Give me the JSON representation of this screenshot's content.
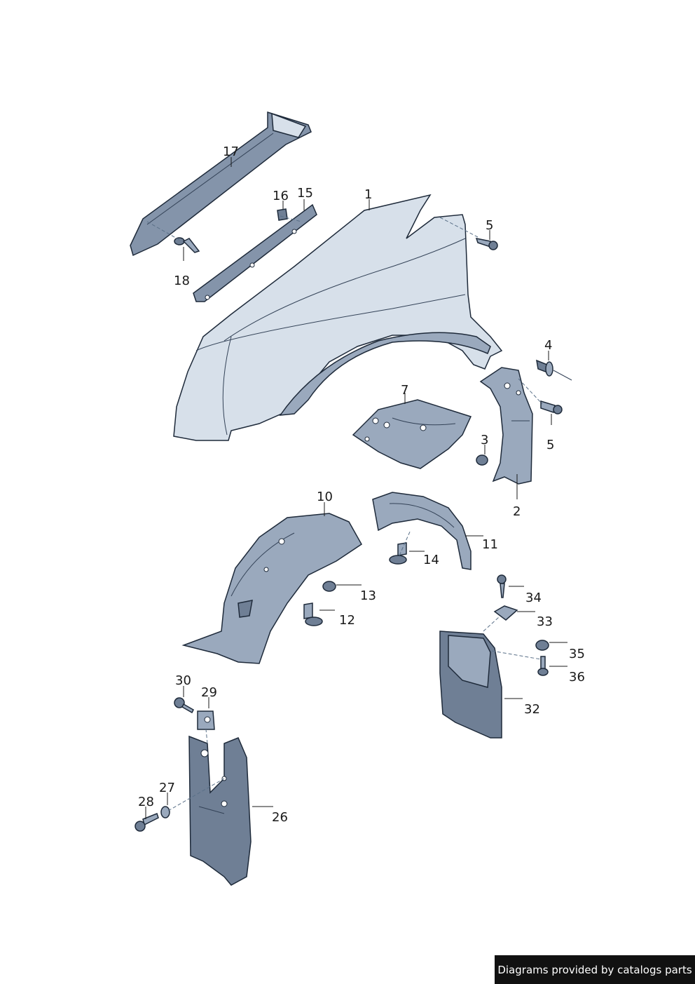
{
  "callouts": [
    {
      "id": "1",
      "label": "1"
    },
    {
      "id": "2",
      "label": "2"
    },
    {
      "id": "3",
      "label": "3"
    },
    {
      "id": "4",
      "label": "4"
    },
    {
      "id": "5a",
      "label": "5"
    },
    {
      "id": "5b",
      "label": "5"
    },
    {
      "id": "7",
      "label": "7"
    },
    {
      "id": "10",
      "label": "10"
    },
    {
      "id": "11",
      "label": "11"
    },
    {
      "id": "12",
      "label": "12"
    },
    {
      "id": "13",
      "label": "13"
    },
    {
      "id": "14",
      "label": "14"
    },
    {
      "id": "15",
      "label": "15"
    },
    {
      "id": "16",
      "label": "16"
    },
    {
      "id": "17",
      "label": "17"
    },
    {
      "id": "18",
      "label": "18"
    },
    {
      "id": "26",
      "label": "26"
    },
    {
      "id": "27",
      "label": "27"
    },
    {
      "id": "28",
      "label": "28"
    },
    {
      "id": "29",
      "label": "29"
    },
    {
      "id": "30",
      "label": "30"
    },
    {
      "id": "32",
      "label": "32"
    },
    {
      "id": "33",
      "label": "33"
    },
    {
      "id": "34",
      "label": "34"
    },
    {
      "id": "35",
      "label": "35"
    },
    {
      "id": "36",
      "label": "36"
    }
  ],
  "watermark": "Diagrams provided by catalogs parts",
  "colors": {
    "part_light": "#d7e0ea",
    "part_mid": "#9aa9bd",
    "part_dark": "#6f7f95",
    "outline": "#1e2a3a",
    "banner_bg": "#111111"
  }
}
